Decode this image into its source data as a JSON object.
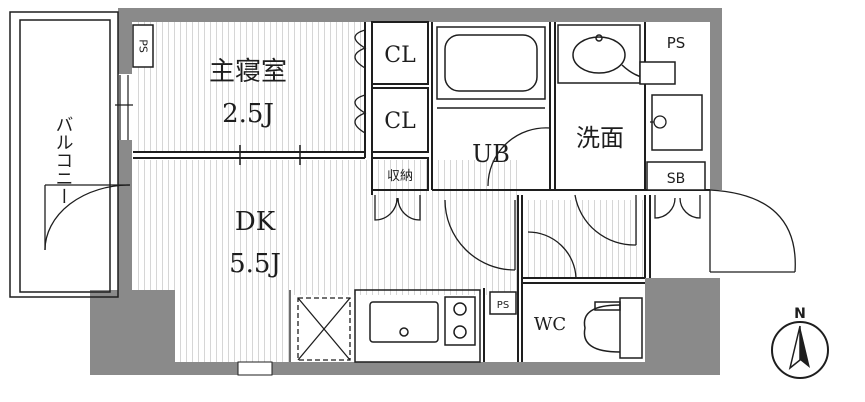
{
  "rooms": {
    "master_bedroom": {
      "name": "主寝室",
      "size": "2.5J"
    },
    "dk": {
      "name": "DK",
      "size": "5.5J"
    },
    "unit_bath": "UB",
    "washroom": "洗面",
    "toilet": "WC"
  },
  "closets": {
    "cl_1": "CL",
    "cl_2": "CL",
    "storage": "収納",
    "shoe_box": "SB"
  },
  "shafts": {
    "ps_bedroom": "PS",
    "ps_wash": "PS",
    "ps_kitchen": "PS"
  },
  "balcony": "バルコニー",
  "compass": {
    "north": "N"
  },
  "colors": {
    "wall": "#8a8a8a",
    "line": "#1e1e1e",
    "hatch": "#d9d9d9",
    "floor": "#ffffff"
  }
}
